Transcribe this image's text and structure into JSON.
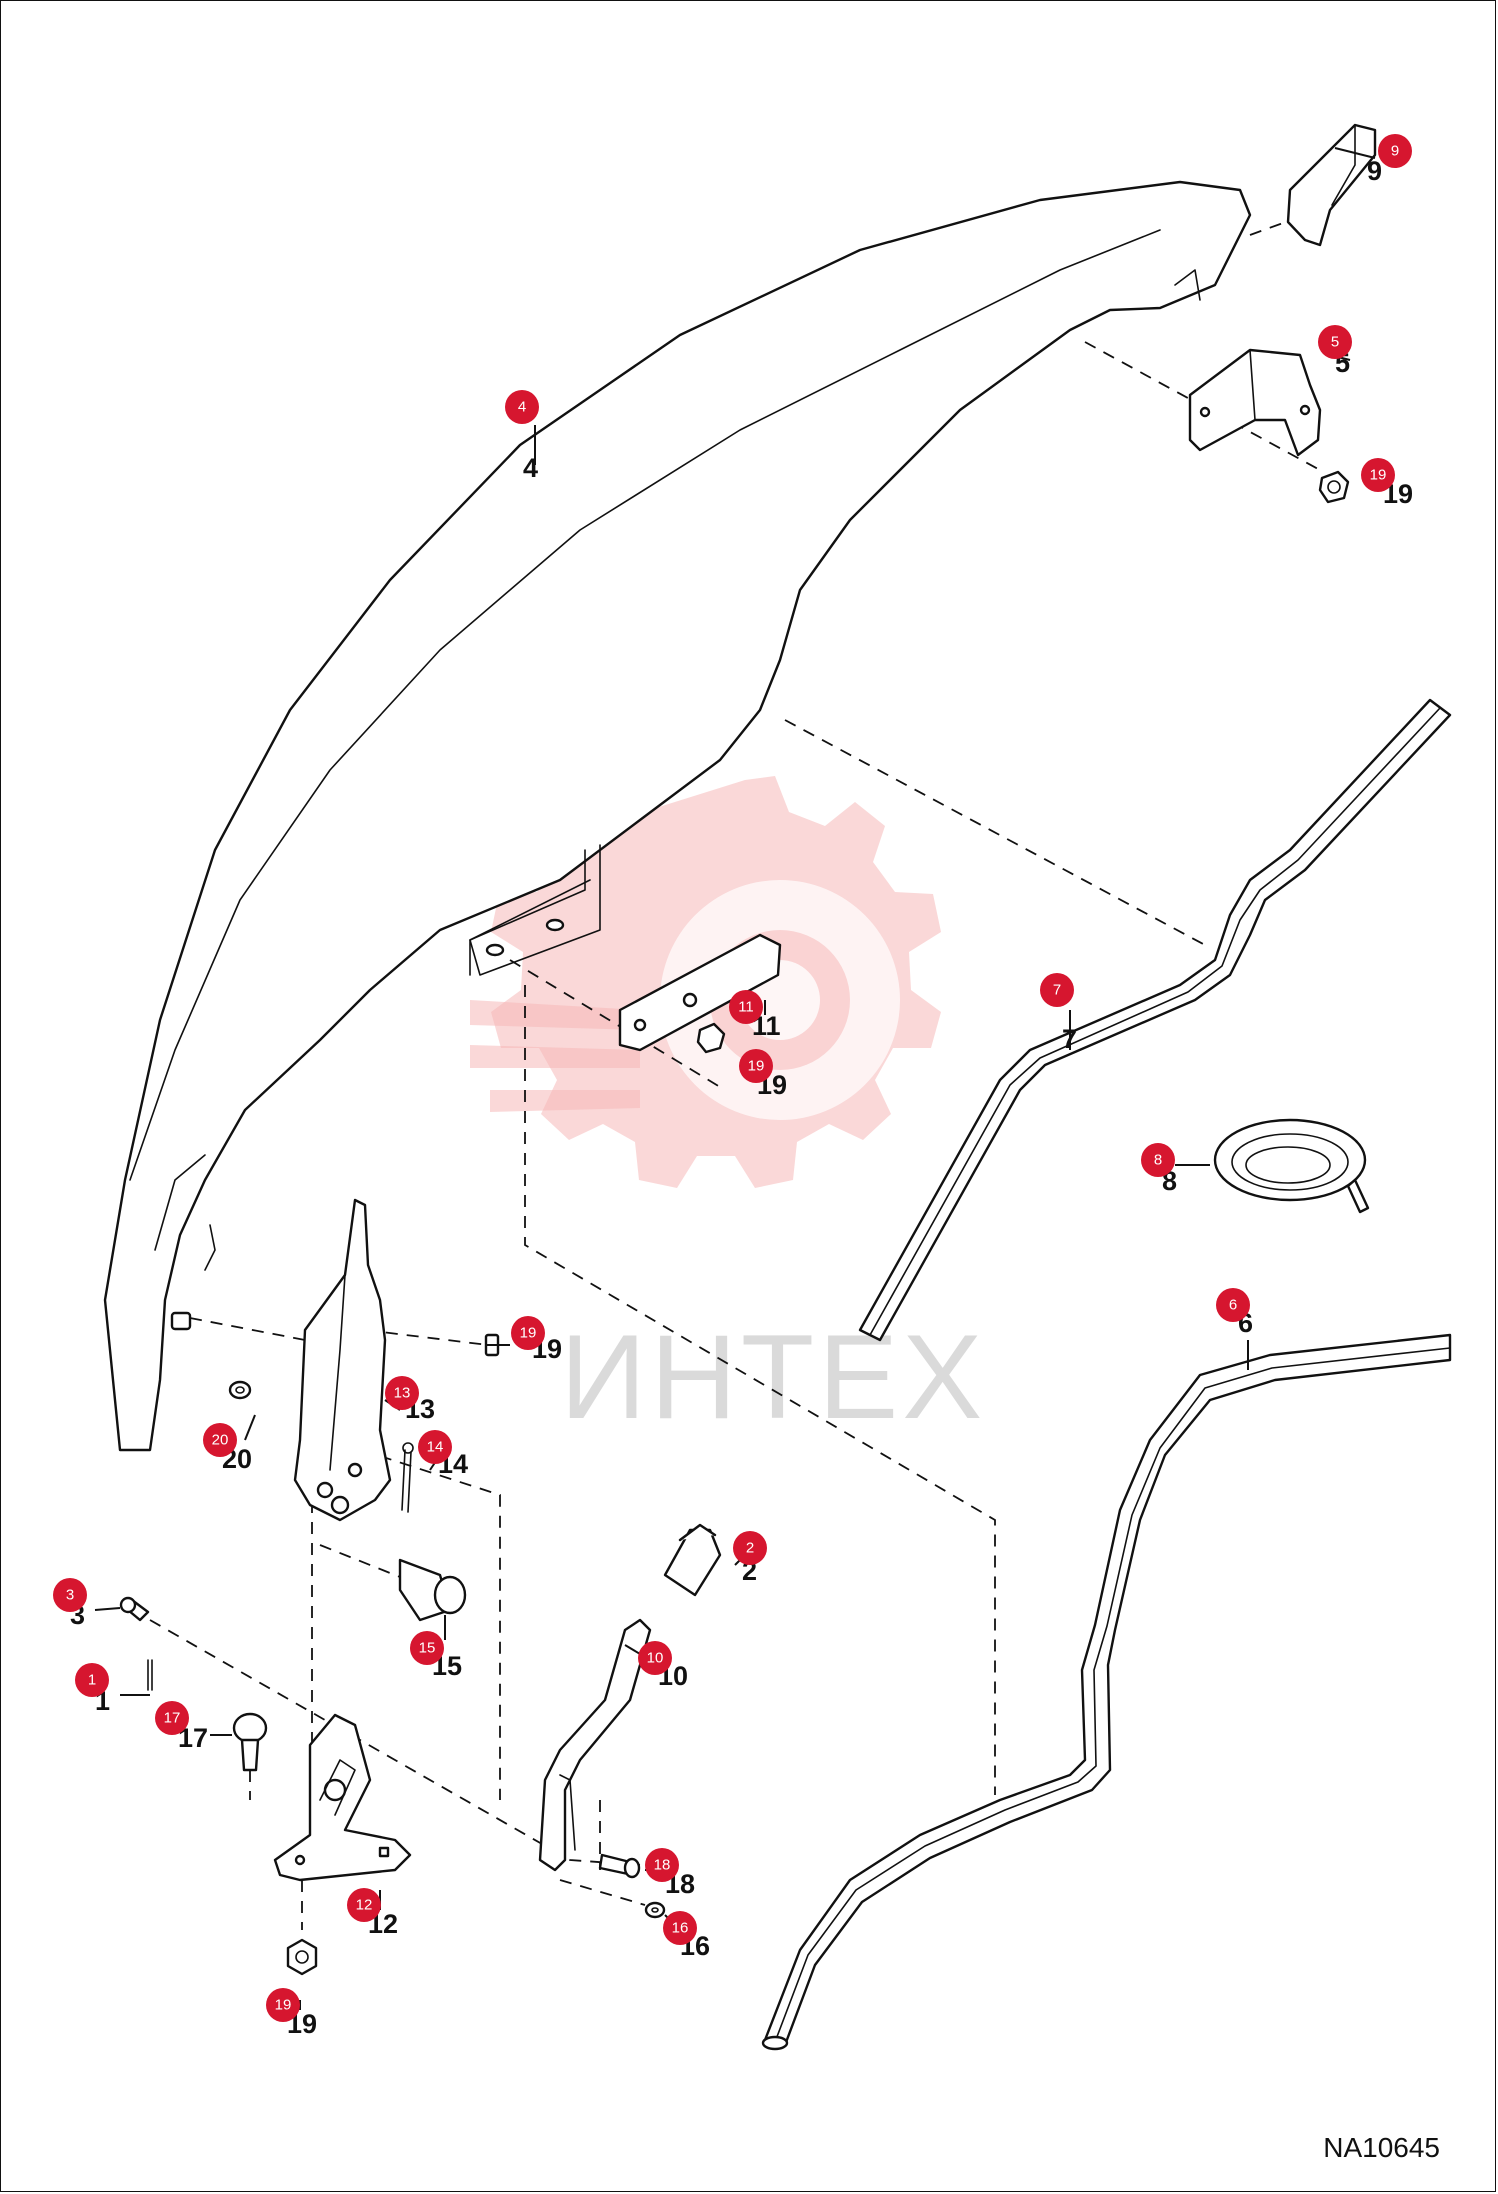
{
  "diagram": {
    "reference_code": "NA10645",
    "watermark": "ИНТЕХ",
    "callouts": [
      {
        "id": "c1",
        "number": "1",
        "badge": "1"
      },
      {
        "id": "c2",
        "number": "2",
        "badge": "2"
      },
      {
        "id": "c3",
        "number": "3",
        "badge": "3"
      },
      {
        "id": "c4",
        "number": "4",
        "badge": "4"
      },
      {
        "id": "c5",
        "number": "5",
        "badge": "5"
      },
      {
        "id": "c6",
        "number": "6",
        "badge": "6"
      },
      {
        "id": "c7",
        "number": "7",
        "badge": "7"
      },
      {
        "id": "c8",
        "number": "8",
        "badge": "8"
      },
      {
        "id": "c9",
        "number": "9",
        "badge": "9"
      },
      {
        "id": "c10",
        "number": "10",
        "badge": "10"
      },
      {
        "id": "c11",
        "number": "11",
        "badge": "11"
      },
      {
        "id": "c12",
        "number": "12",
        "badge": "12"
      },
      {
        "id": "c13",
        "number": "13",
        "badge": "13"
      },
      {
        "id": "c14",
        "number": "14",
        "badge": "14"
      },
      {
        "id": "c15",
        "number": "15",
        "badge": "15"
      },
      {
        "id": "c16",
        "number": "16",
        "badge": "16"
      },
      {
        "id": "c17",
        "number": "17",
        "badge": "17"
      },
      {
        "id": "c18",
        "number": "18",
        "badge": "18"
      },
      {
        "id": "c19a",
        "number": "19",
        "badge": "19"
      },
      {
        "id": "c19b",
        "number": "19",
        "badge": "19"
      },
      {
        "id": "c19c",
        "number": "19",
        "badge": "19"
      },
      {
        "id": "c19d",
        "number": "19",
        "badge": "19"
      },
      {
        "id": "c20",
        "number": "20",
        "badge": "20"
      }
    ]
  }
}
